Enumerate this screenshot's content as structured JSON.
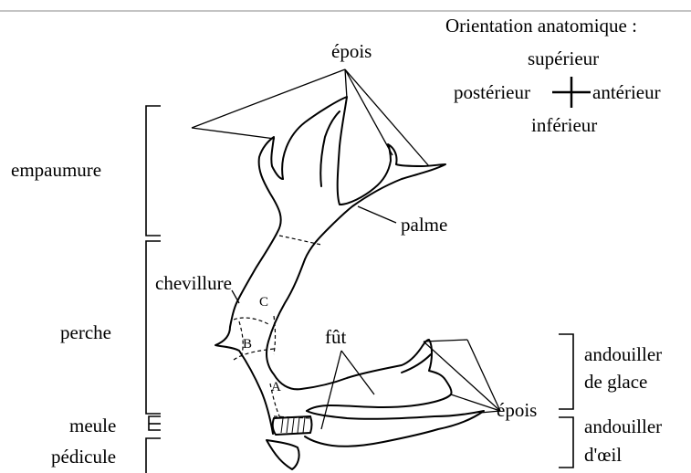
{
  "orientation": {
    "title": "Orientation anatomique :",
    "superior": "supérieur",
    "posterior": "postérieur",
    "anterior": "antérieur",
    "inferior": "inférieur"
  },
  "labels": {
    "epois_top": "épois",
    "epois_right": "épois",
    "palme": "palme",
    "chevillure": "chevillure",
    "fut": "fût",
    "zone_c": "C",
    "zone_b": "B",
    "zone_a": "A"
  },
  "left_sections": {
    "empaumure": "empaumure",
    "perche": "perche",
    "meule": "meule",
    "pedicule": "pédicule"
  },
  "right_sections": {
    "andouiller_glace": [
      "andouiller",
      "de glace"
    ],
    "andouiller_oeil": [
      "andouiller",
      "d'œil"
    ]
  }
}
